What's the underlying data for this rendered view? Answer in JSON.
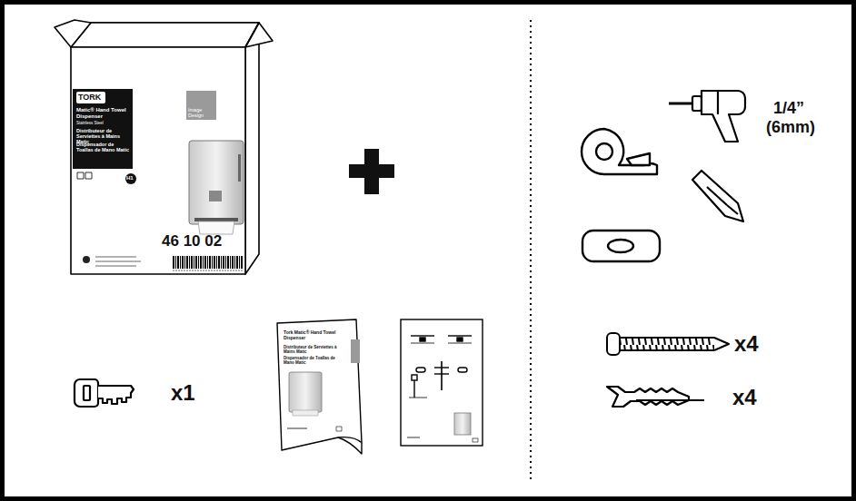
{
  "diagram": {
    "labels": [
      "TORK",
      "Matic® Hand Towel Dispenser",
      "Stainless Steel",
      "Distributeur de Serviettes à Mains Matic",
      "Dispensador de Toallas de Mano Matic",
      "Image Design",
      "H1",
      "46 10 02",
      "x1",
      "Tork Matic® Hand Towel Dispenser",
      "Distributeur de Serviettes à Mains Matic",
      "Dispensador de Toallas de Mano Matic",
      "1/4”",
      "(6mm)",
      "x4",
      "x4"
    ]
  }
}
